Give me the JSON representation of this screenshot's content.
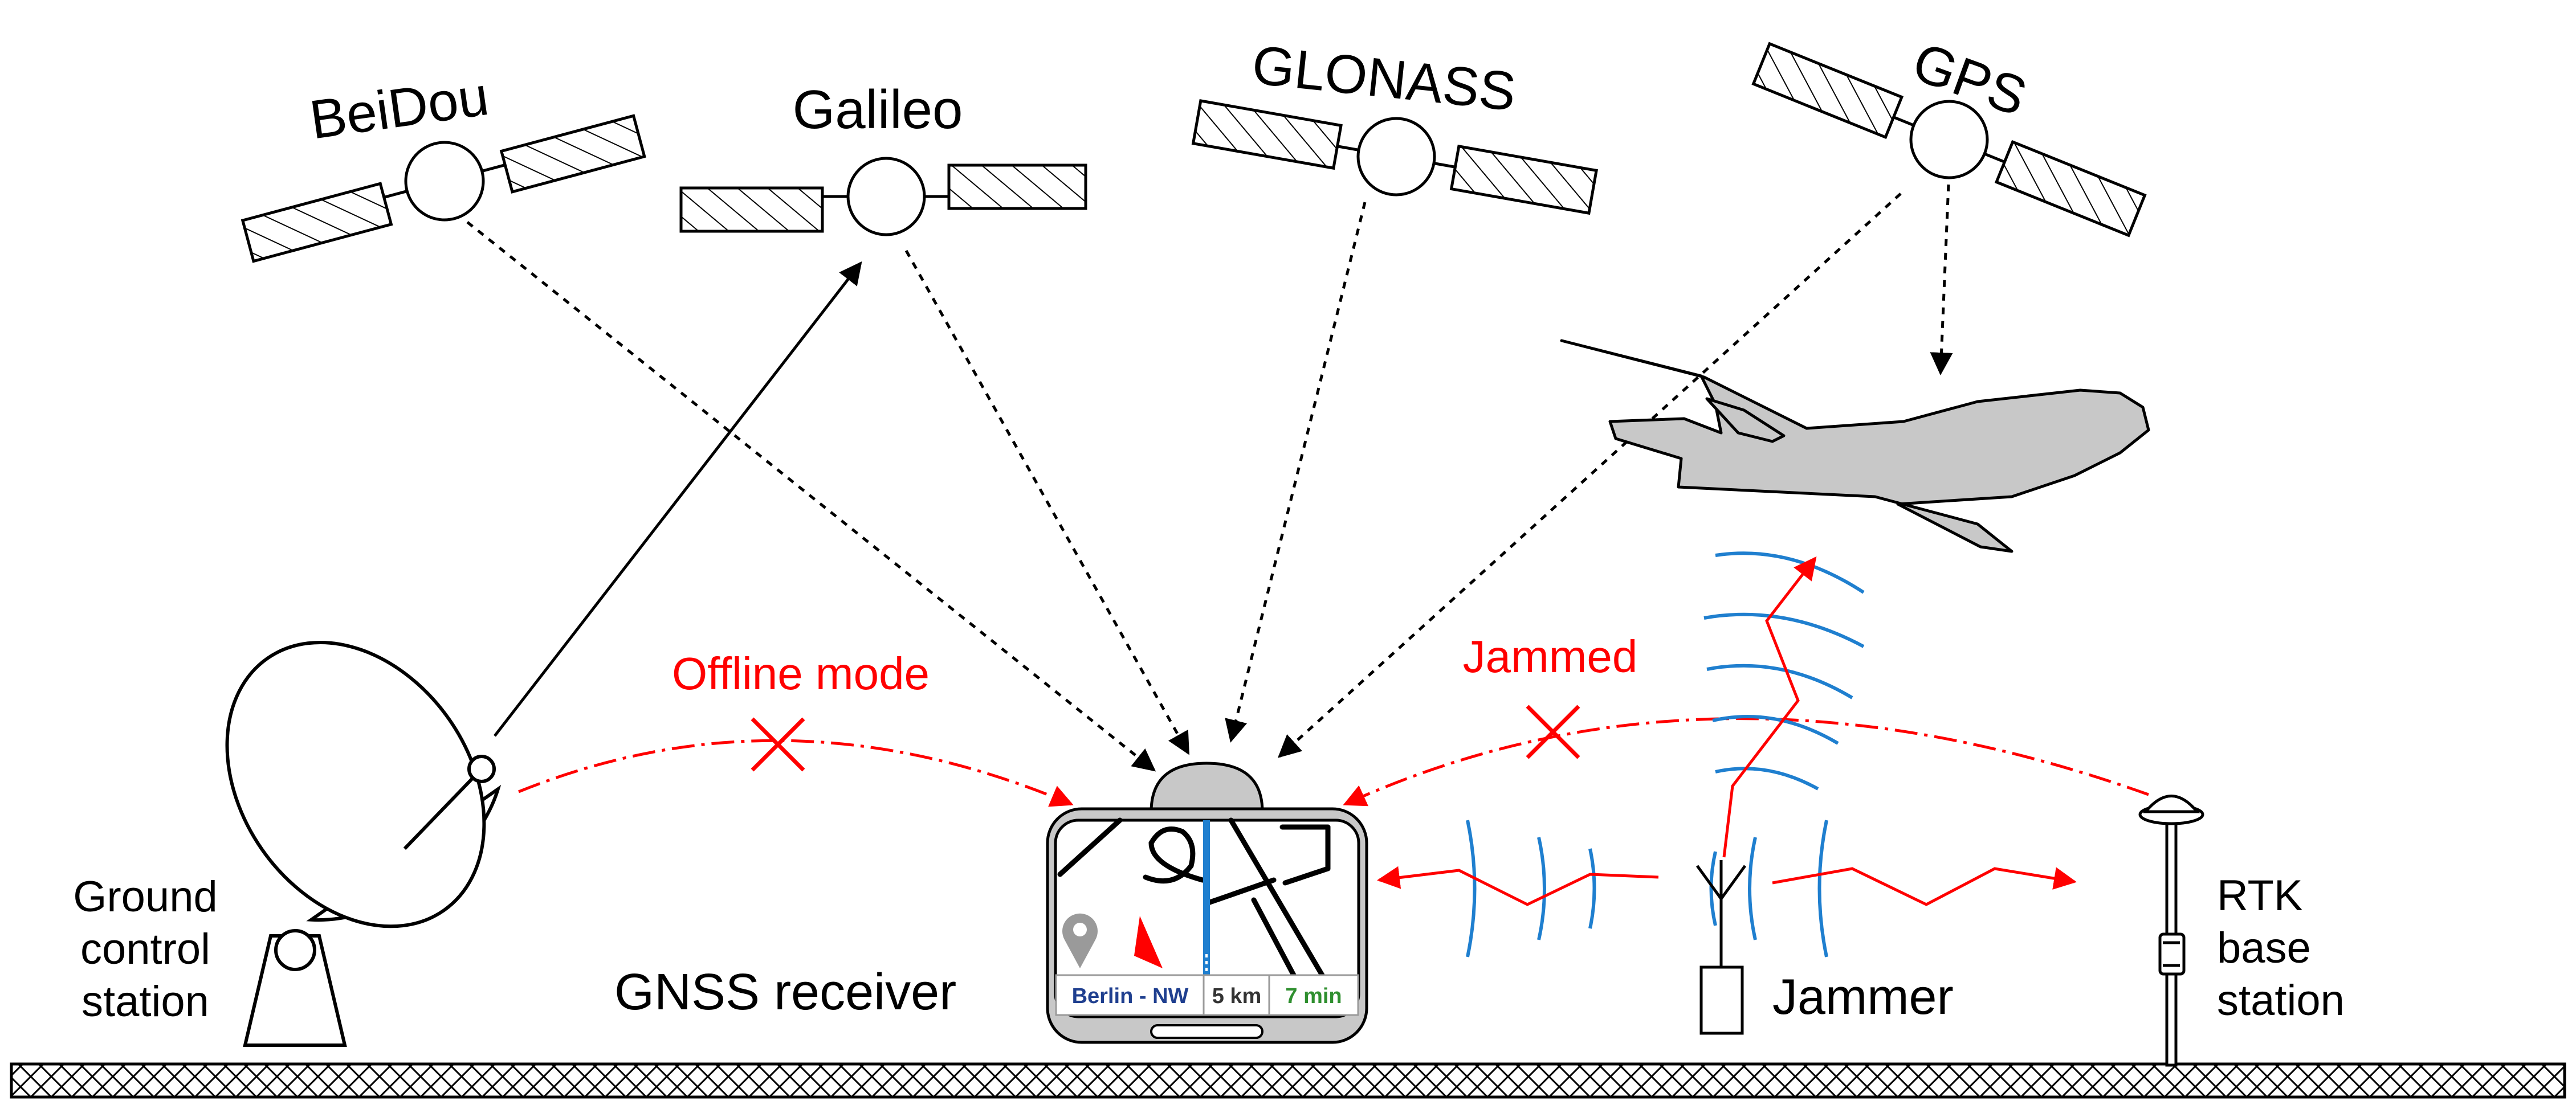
{
  "satellites": {
    "beidou": "BeiDou",
    "galileo": "Galileo",
    "glonass": "GLONASS",
    "gps": "GPS"
  },
  "labels": {
    "offline_mode": "Offline mode",
    "jammed": "Jammed",
    "gnss_receiver": "GNSS receiver",
    "jammer": "Jammer",
    "ground_control": [
      "Ground",
      "control",
      "station"
    ],
    "rtk_base": [
      "RTK",
      "base",
      "station"
    ]
  },
  "receiver_screen": {
    "destination": "Berlin - NW",
    "distance": "5 km",
    "time": "7 min"
  },
  "colors": {
    "black": "#000000",
    "red": "#ff0000",
    "blue": "#1f7fcf",
    "gray_fill": "#c8c8c8",
    "dest_text": "#1f3f8f",
    "time_text": "#2f8f2f"
  },
  "icons": [
    "satellite-icon",
    "airplane-icon",
    "satellite-dish-icon",
    "antenna-icon",
    "map-pin-icon",
    "navigation-arrow-icon",
    "cross-mark-icon"
  ]
}
